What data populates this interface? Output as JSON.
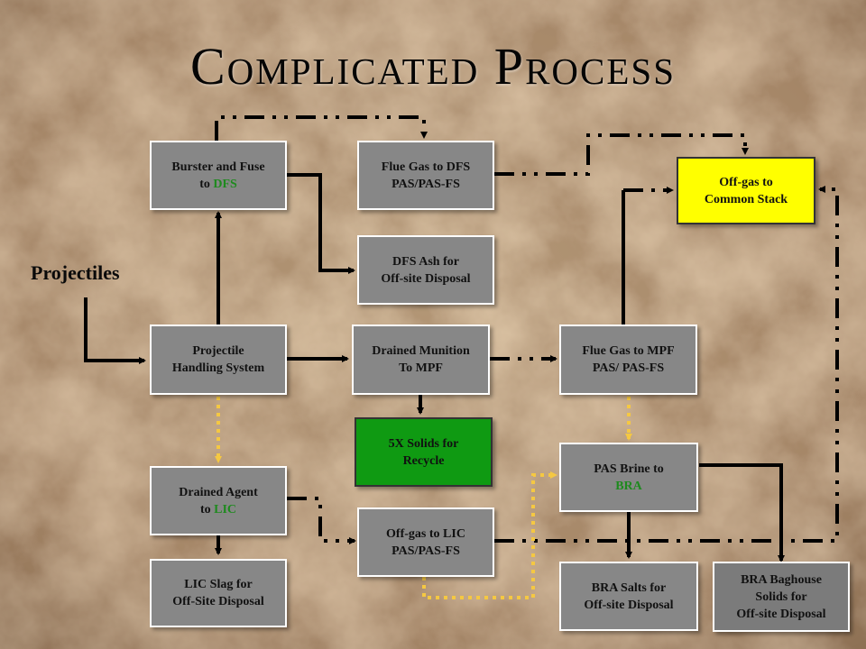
{
  "title": "Complicated Process",
  "side_label": "Projectiles",
  "colors": {
    "box_gray": "#878787",
    "box_yellow": "#ffff00",
    "box_green": "#0f9a12",
    "highlight_green": "#1e8a1e",
    "connector_black": "#000000",
    "connector_dotted": "#f5c842"
  },
  "boxes": {
    "burster": {
      "line1": "Burster and Fuse",
      "line2_prefix": "to ",
      "line2_hl": "DFS"
    },
    "flue_dfs": {
      "line1": "Flue Gas to DFS",
      "line2": "PAS/PAS-FS"
    },
    "dfs_ash": {
      "line1": "DFS Ash for",
      "line2": "Off-site Disposal"
    },
    "offgas_stack": {
      "line1": "Off-gas to",
      "line2": "Common Stack"
    },
    "projectile_handling": {
      "line1": "Projectile",
      "line2": "Handling System"
    },
    "drained_munition": {
      "line1": "Drained Munition",
      "line2": "To MPF"
    },
    "flue_mpf": {
      "line1": "Flue Gas to MPF",
      "line2": "PAS/ PAS-FS"
    },
    "solids_5x": {
      "line1": "5X Solids for",
      "line2": "Recycle"
    },
    "pas_brine": {
      "line1": "PAS Brine to",
      "line2_hl": "BRA"
    },
    "drained_agent": {
      "line1": "Drained Agent",
      "line2_prefix": "to ",
      "line2_hl": "LIC"
    },
    "offgas_lic": {
      "line1": "Off-gas to LIC",
      "line2": "PAS/PAS-FS"
    },
    "lic_slag": {
      "line1": "LIC Slag for",
      "line2": "Off-Site Disposal"
    },
    "bra_salts": {
      "line1": "BRA Salts for",
      "line2": "Off-site Disposal"
    },
    "bra_baghouse": {
      "line1": "BRA Baghouse",
      "line2": "Solids for",
      "line3": "Off-site Disposal"
    }
  }
}
